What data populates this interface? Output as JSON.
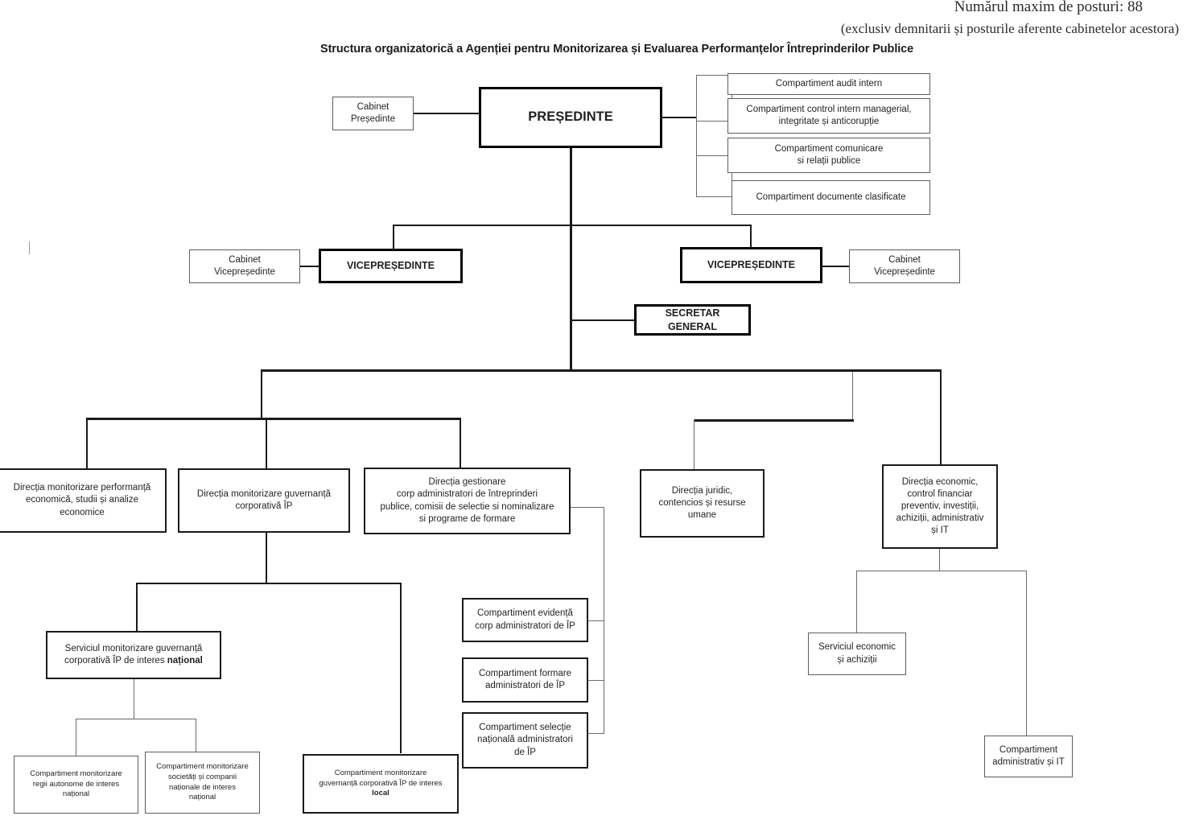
{
  "header": {
    "max_posts": "Numărul maxim de posturi: 88",
    "note": "(exclusiv demnitarii și posturile aferente cabinetelor acestora)",
    "chart_title": "Structura organizatorică a Agenției pentru Monitorizarea și Evaluarea Performanțelor Întreprinderilor Publice"
  },
  "nodes": {
    "cabinet_presedinte": "Cabinet\nPreședinte",
    "presedinte": "PREȘEDINTE",
    "audit_intern": "Compartiment audit intern",
    "control_intern": "Compartiment control intern managerial,\nintegritate și anticorupție",
    "comunicare": "Compartiment comunicare\nsi relații publice",
    "documente_clasificate": "Compartiment documente clasificate",
    "cabinet_vicepresedinte_stanga": "Cabinet\nVicepreședinte",
    "vicepresedinte_stanga": "VICEPREȘEDINTE",
    "vicepresedinte_dreapta": "VICEPREȘEDINTE",
    "cabinet_vicepresedinte_dreapta": "Cabinet\nVicepreședinte",
    "secretar_general": "SECRETAR GENERAL",
    "directia_performanta": "Direcția monitorizare performanță\neconomică, studii și analize\neconomice",
    "directia_guvernanta": "Direcția monitorizare guvernanță\ncorporativă  ÎP",
    "directia_gestionare": "Direcția gestionare\ncorp administratori de întreprinderi\npublice, comisii de selectie si nominalizare\nsi programe de formare",
    "directia_juridic": "Direcția juridic,\ncontencios și resurse\numane",
    "directia_economic": "Direcția economic,\ncontrol financiar\npreventiv, investiții,\nachiziții, administrativ\nși IT",
    "serviciul_guvernanta_national_l1": "Serviciul monitorizare guvernanță",
    "serviciul_guvernanta_national_l2_pre": "corporativă ÎP de interes ",
    "serviciul_guvernanta_national_l2_bold": "național",
    "compartiment_evidenta": "Compartiment evidență\ncorp administratori de ÎP",
    "compartiment_formare": "Compartiment formare\nadministratori de ÎP",
    "compartiment_selectie": "Compartiment selecție\nnațională administratori\nde ÎP",
    "serviciul_economic": "Serviciul economic\nși achiziții",
    "compartiment_administrativ": "Compartiment\nadministrativ și IT",
    "compartiment_regii": "Compartiment monitorizare\nregii autonome de interes\nnațional",
    "compartiment_societati": "Compartiment monitorizare\nsocietăți și companii\nnaționale de interes\nnațional",
    "compartiment_local_l1": "Compartiment monitorizare",
    "compartiment_local_l2": "guvernanță corporativă ÎP de interes",
    "compartiment_local_l3_bold": "local"
  },
  "colors": {
    "ink": "#231f20",
    "line_dark": "#1a1a1a",
    "line_light": "#6a6a6a",
    "background": "#ffffff"
  }
}
